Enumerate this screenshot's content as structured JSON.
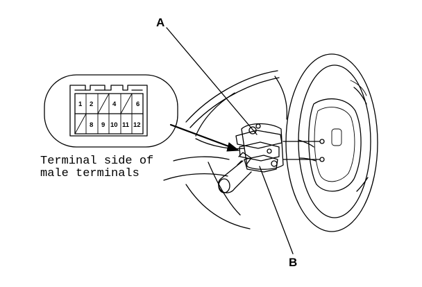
{
  "callouts": {
    "a": "A",
    "b": "B"
  },
  "connector": {
    "pins": [
      "1",
      "2",
      "4",
      "6",
      "8",
      "9",
      "10",
      "11",
      "12"
    ],
    "caption_line1": "Terminal side of",
    "caption_line2": "male terminals"
  }
}
